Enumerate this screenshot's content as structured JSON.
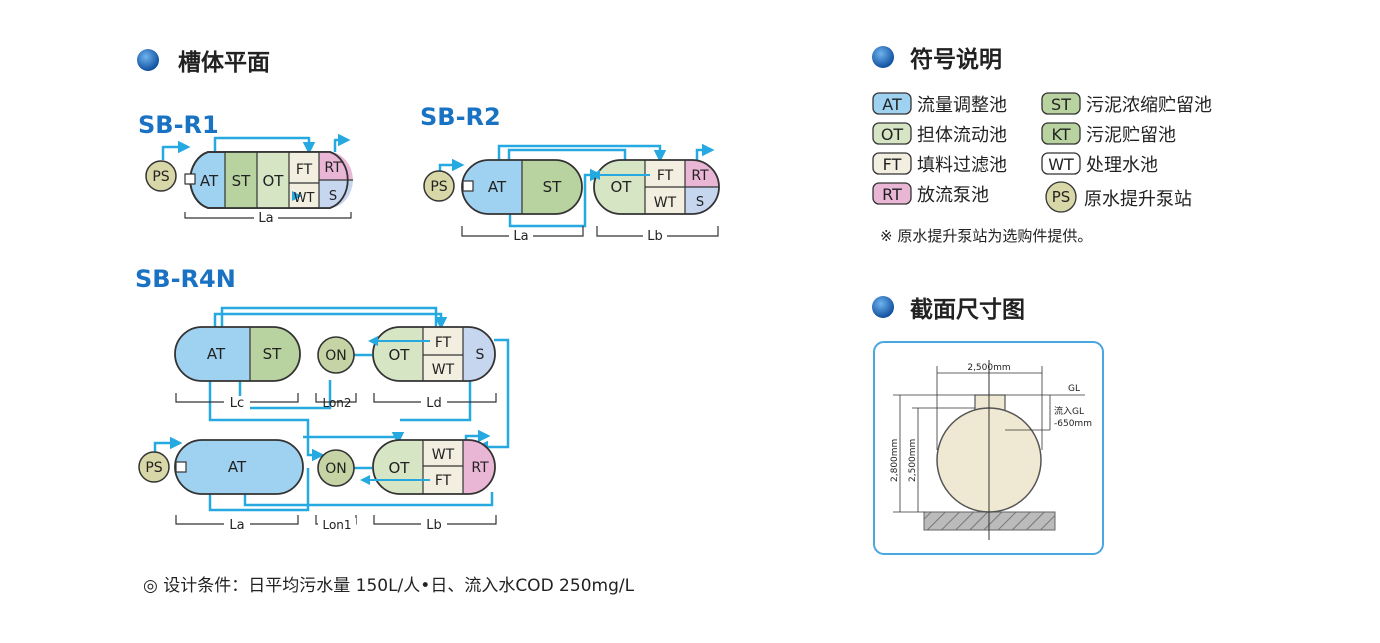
{
  "sections": {
    "plan_title": "槽体平面",
    "legend_title": "符号说明",
    "section_title": "截面尺寸图"
  },
  "colors": {
    "bullet": "#1566b8",
    "flow": "#25a9e0",
    "at": "#9fd2f0",
    "st": "#b8d3a0",
    "ot": "#d6e6c4",
    "ft": "#f2efe0",
    "rt": "#eab6d6",
    "s": "#c5d6ee",
    "ps": "#d8d7a8",
    "on": "#c5d3a5",
    "tank": "#efe8d2",
    "frame": "#4aa6e0"
  },
  "models": {
    "r1": {
      "name": "SB-R1",
      "at": "AT",
      "st": "ST",
      "ot": "OT",
      "ft": "FT",
      "wt": "WT",
      "rt": "RT",
      "s": "S",
      "ps": "PS",
      "la": "La"
    },
    "r2": {
      "name": "SB-R2",
      "at": "AT",
      "st": "ST",
      "ot": "OT",
      "ft": "FT",
      "wt": "WT",
      "rt": "RT",
      "s": "S",
      "ps": "PS",
      "la": "La",
      "lb": "Lb"
    },
    "r4n": {
      "name": "SB-R4N",
      "at_top": "AT",
      "st": "ST",
      "on_top": "ON",
      "ot_top": "OT",
      "ft_top": "FT",
      "wt_top": "WT",
      "s": "S",
      "at_bot": "AT",
      "on_bot": "ON",
      "ot_bot": "OT",
      "wt_bot": "WT",
      "ft_bot": "FT",
      "rt": "RT",
      "ps": "PS",
      "lc": "Lc",
      "lon2": "Lon2",
      "ld": "Ld",
      "la": "La",
      "lon1": "Lon1",
      "lb": "Lb"
    }
  },
  "legend": [
    {
      "code": "AT",
      "text": "流量调整池",
      "color": "#9fd2f0"
    },
    {
      "code": "OT",
      "text": "担体流动池",
      "color": "#d6e6c4"
    },
    {
      "code": "FT",
      "text": "填料过滤池",
      "color": "#f2efe0"
    },
    {
      "code": "RT",
      "text": "放流泵池",
      "color": "#eab6d6"
    },
    {
      "code": "ST",
      "text": "污泥浓缩贮留池",
      "color": "#b8d3a0"
    },
    {
      "code": "KT",
      "text": "污泥贮留池",
      "color": "#b8d3a0"
    },
    {
      "code": "WT",
      "text": "处理水池",
      "color": "#ffffff"
    },
    {
      "code": "PS",
      "text": "原水提升泵站",
      "color": "#d8d7a8"
    }
  ],
  "legend_note": "※ 原水提升泵站为选购件提供。",
  "cross_section": {
    "width": "2,500mm",
    "gl": "GL",
    "inflow": "流入GL",
    "inflow_depth": "-650mm",
    "height_total": "2,800mm",
    "height_tank": "2,500mm"
  },
  "design_condition": "◎ 设计条件：日平均污水量 150L/人•日、流入水COD 250mg/L"
}
